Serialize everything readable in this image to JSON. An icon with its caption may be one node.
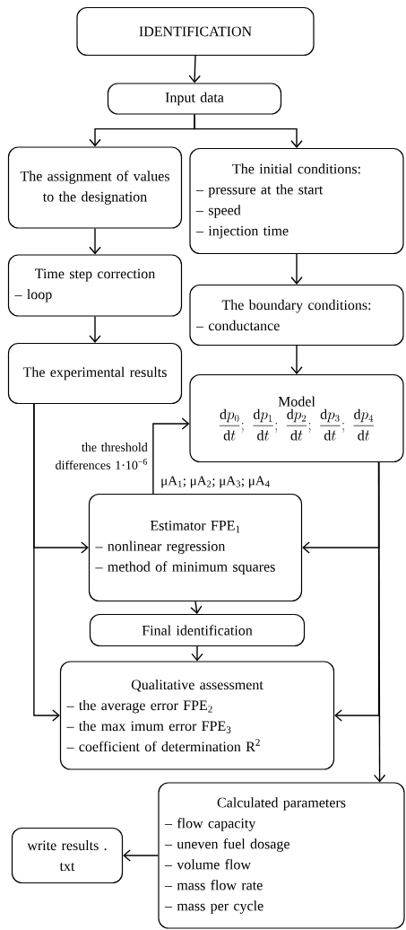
{
  "diagram": {
    "nodes": [
      {
        "text": [
          "IDENTIFICATION"
        ]
      },
      {
        "text": [
          "Input data"
        ]
      },
      {
        "text": [
          "The assignment of values to the designation"
        ]
      },
      {
        "text": [
          "The initial conditions:",
          "– pressure at the start",
          "– speed",
          "– injection time"
        ]
      },
      {
        "text": [
          "Time step correction",
          "– loop"
        ]
      },
      {
        "text": [
          "The boundary conditions:",
          "– conductance"
        ]
      },
      {
        "text": [
          "The experimental results"
        ]
      },
      {
        "text": [
          "Model",
          "\\frac{\\mathrm{d}p_0}{\\mathrm{d}t};\\ \\frac{\\mathrm{d}p_1}{\\mathrm{d}t};\\ \\frac{\\mathrm{d}p_2}{\\mathrm{d}t};\\ \\frac{\\mathrm{d}p_3}{\\mathrm{d}t};\\ \\frac{\\mathrm{d}p_4}{\\mathrm{d}t}"
        ]
      },
      {
        "text": [
          "Estimator FPE$_{1}$",
          "– nonlinear regression",
          "– method of minimum squares"
        ]
      },
      {
        "text": [
          "Final identification"
        ]
      },
      {
        "text": [
          "Qualitative assessment",
          "– the average error FPE$_{2}$",
          "– the max imum error FPE$_{3}$",
          "– coefficient of determination R$^{2}$"
        ]
      },
      {
        "text": [
          "Calculated parameters",
          "– flow capacity",
          "– uneven fuel dosage",
          "– volume flow",
          "– mass flow rate",
          "– mass per cycle"
        ]
      },
      {
        "text": [
          "write results . txt"
        ]
      }
    ],
    "edges": [
      {
        "from": 0,
        "to": 1,
        "arrow": "to"
      },
      {
        "from": 1,
        "to": 2,
        "arrow": "to"
      },
      {
        "from": 1,
        "to": 3,
        "arrow": "to"
      },
      {
        "from": 2,
        "to": 4,
        "arrow": "to"
      },
      {
        "from": 3,
        "to": 5,
        "arrow": "to"
      },
      {
        "from": 4,
        "to": 6,
        "arrow": "to"
      },
      {
        "from": 5,
        "to": 7,
        "arrow": "to"
      },
      {
        "from": 6,
        "to": 8,
        "arrow": "to"
      },
      {
        "from": 6,
        "to": 10,
        "arrow": "to"
      },
      {
        "from": 8,
        "to": 7,
        "arrow": "to",
        "label": "the threshold differences 1·10$^{−6}$"
      },
      {
        "from": 7,
        "to": 8,
        "arrow": "to"
      },
      {
        "from": 7,
        "to": 10,
        "arrow": "to"
      },
      {
        "from": 7,
        "to": 11,
        "arrow": "to"
      },
      {
        "from": 8,
        "to": 9,
        "arrow": "to"
      },
      {
        "from": 9,
        "to": 10,
        "arrow": "to"
      },
      {
        "from": 11,
        "to": 12,
        "arrow": "to"
      }
    ],
    "labels": [
      "μA$_{1}$; μA$_{2}$; μA$_{3}$; μA$_{4}$"
    ]
  }
}
